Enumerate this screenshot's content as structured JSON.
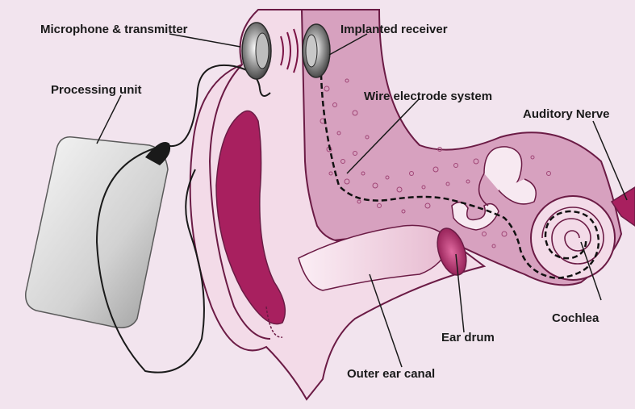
{
  "labels": {
    "microphone": "Microphone & transmitter",
    "receiver": "Implanted receiver",
    "processing": "Processing unit",
    "electrode": "Wire electrode system",
    "nerve": "Auditory Nerve",
    "cochlea": "Cochlea",
    "eardrum": "Ear drum",
    "canal": "Outer ear canal"
  },
  "colors": {
    "background": "#f2e4ee",
    "tissue": "#d7a1bf",
    "ear_dark": "#a8205f",
    "ear_light": "#f3dbe8",
    "outline": "#6b1b45",
    "device": "#d9d9d9",
    "leader": "#1a1a1a"
  }
}
